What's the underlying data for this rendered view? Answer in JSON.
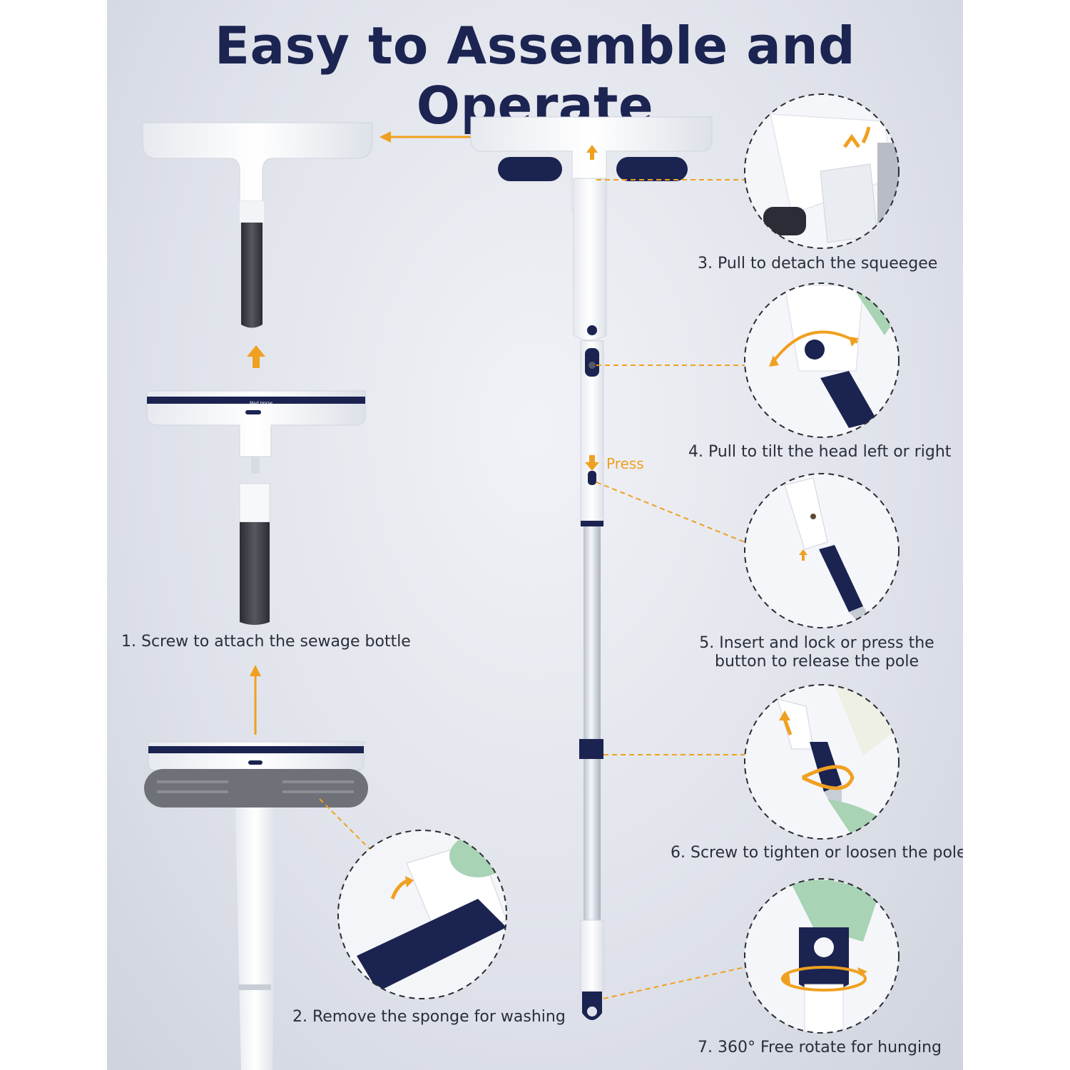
{
  "title": "Easy to Assemble and Operate",
  "press_label": "Press",
  "brand_label": "Mad Horse",
  "steps": [
    {
      "label": "1. Screw to attach the sewage bottle"
    },
    {
      "label": "2. Remove the sponge for washing"
    },
    {
      "label": "3. Pull to detach the squeegee"
    },
    {
      "label": "4. Pull to tilt the head left or right"
    },
    {
      "label_line1": "5. Insert and lock or press the",
      "label_line2": "button to release the pole"
    },
    {
      "label": "6. Screw to tighten or loosen the pole"
    },
    {
      "label": "7. 360° Free rotate for hunging"
    }
  ],
  "colors": {
    "title": "#1c2452",
    "accent": "#f0a020",
    "navy": "#1b2350",
    "background": "#dfe2ea"
  }
}
